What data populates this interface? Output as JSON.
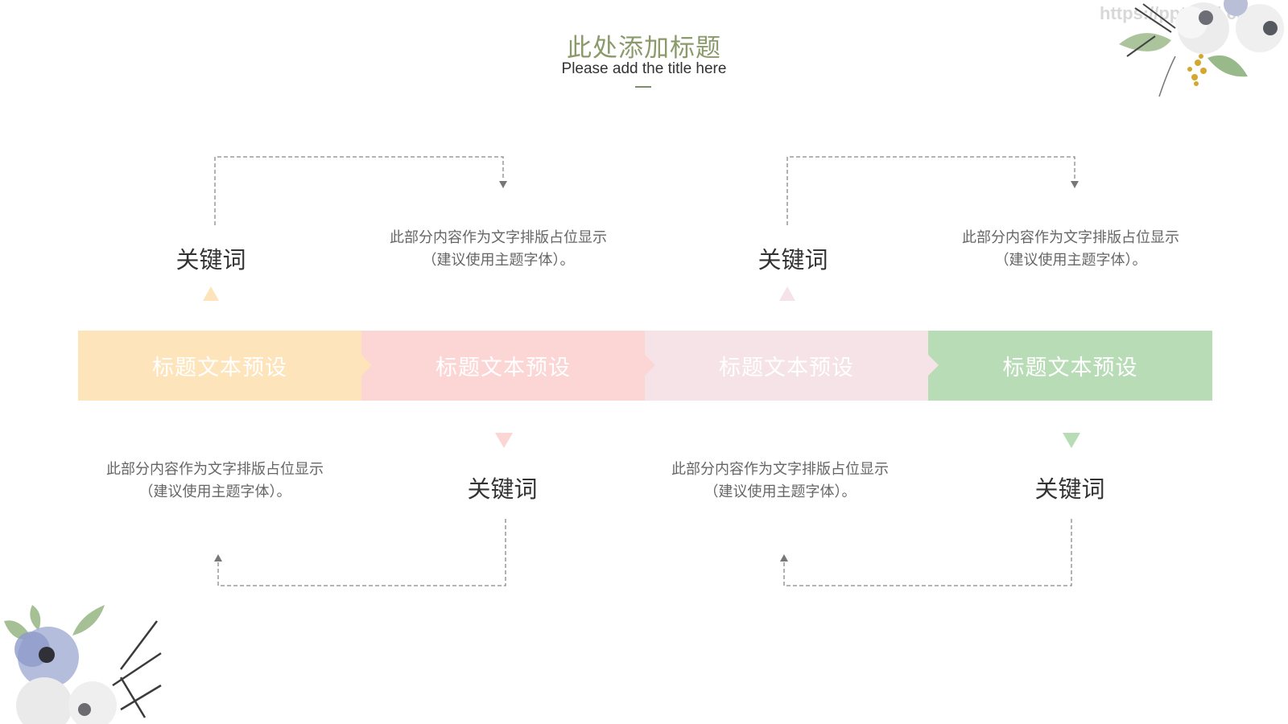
{
  "header": {
    "title_cn": "此处添加标题",
    "title_en": "Please add the title here"
  },
  "watermark": "https://ppt.pkll.cc",
  "stages": [
    {
      "label": "标题文本预设",
      "color": "#fde4ba",
      "keyword": "关键词",
      "desc_line1": "此部分内容作为文字排版占位显示",
      "desc_line2": "（建议使用主题字体）。"
    },
    {
      "label": "标题文本预设",
      "color": "#fcd5d5",
      "keyword": "关键词",
      "desc_line1": "此部分内容作为文字排版占位显示",
      "desc_line2": "（建议使用主题字体）。"
    },
    {
      "label": "标题文本预设",
      "color": "#f5e3e7",
      "keyword": "关键词",
      "desc_line1": "此部分内容作为文字排版占位显示",
      "desc_line2": "（建议使用主题字体）。"
    },
    {
      "label": "标题文本预设",
      "color": "#b8dcb6",
      "keyword": "关键词",
      "desc_line1": "此部分内容作为文字排版占位显示",
      "desc_line2": "（建议使用主题字体）。"
    }
  ],
  "colors": {
    "marker_1": "#fde4ba",
    "marker_2": "#fcd5d5",
    "marker_3": "#f5e3e7",
    "marker_4": "#b8dcb6",
    "connector": "#888888"
  },
  "icons": [
    "flower-corner-top-right",
    "flower-corner-bottom-left",
    "arrow-down-icon",
    "arrow-up-icon",
    "triangle-marker-icon"
  ]
}
